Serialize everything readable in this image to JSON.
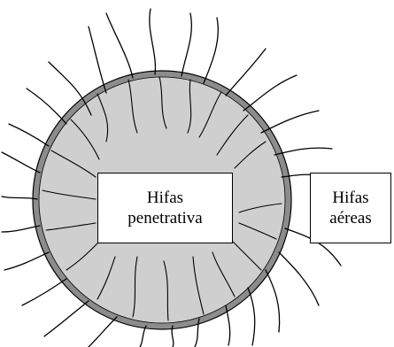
{
  "colors": {
    "outer_ring": "#8c8c8c",
    "inner_disk": "#cfcfcf",
    "hyphae_stroke": "#000000",
    "label_border": "#000000",
    "label_fill": "#ffffff"
  },
  "labels": {
    "penetrativa": {
      "line1": "Hifas",
      "line2": "penetrativa"
    },
    "aereas": {
      "line1": "Hifas",
      "line2": "aéreas"
    }
  }
}
